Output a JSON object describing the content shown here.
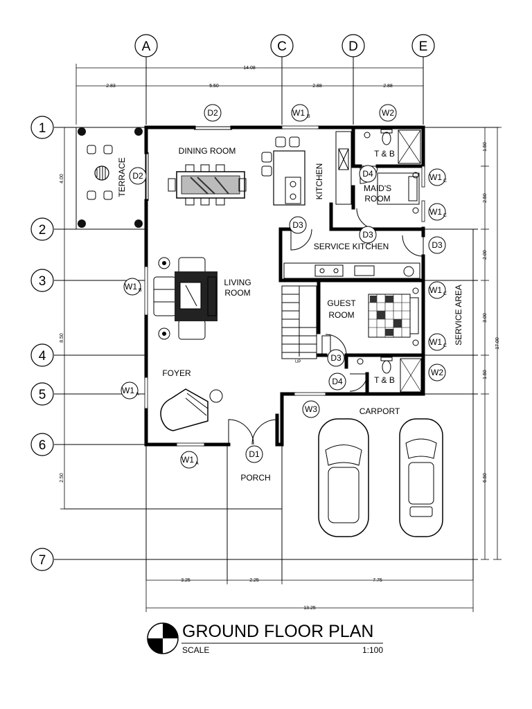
{
  "grid_columns": [
    "A",
    "C",
    "D",
    "E"
  ],
  "grid_rows": [
    "1",
    "2",
    "3",
    "4",
    "5",
    "6",
    "7"
  ],
  "dims_top": {
    "total": "14.08",
    "segments": [
      "2.83",
      "5.50",
      "2.88",
      "2.88"
    ]
  },
  "dims_bottom": {
    "segments": [
      "3.25",
      "2.25",
      "7.75"
    ],
    "total": "13.25"
  },
  "dims_left": {
    "terrace": "4.00",
    "main": "8.50",
    "porch": "2.50"
  },
  "dims_right": {
    "segments": [
      "1.50",
      "2.50",
      "2.00",
      "3.00",
      "1.50",
      "6.50"
    ],
    "total": "17.00"
  },
  "rooms": {
    "terrace": "TERRACE",
    "dining_room": "DINING ROOM",
    "kitchen": "KITCHEN",
    "tb_top": "T & B",
    "maids_room_1": "MAID'S",
    "maids_room_2": "ROOM",
    "service_kitchen": "SERVICE KITCHEN",
    "living_room_1": "LIVING",
    "living_room_2": "ROOM",
    "guest_room_1": "GUEST",
    "guest_room_2": "ROOM",
    "service_area": "SERVICE AREA",
    "tb_bottom": "T & B",
    "foyer": "FOYER",
    "carport": "CARPORT",
    "porch": "PORCH",
    "stair_up": "UP"
  },
  "tags": {
    "d1": "D1",
    "d2": "D2",
    "d3": "D3",
    "d4": "D4",
    "w1": "W1",
    "w2": "W2",
    "w3": "W3",
    "sub_a": "A",
    "sub_b": "B",
    "sub_c": "C"
  },
  "title": {
    "main": "GROUND FLOOR PLAN",
    "scale_label": "SCALE",
    "scale_value": "1:100"
  }
}
